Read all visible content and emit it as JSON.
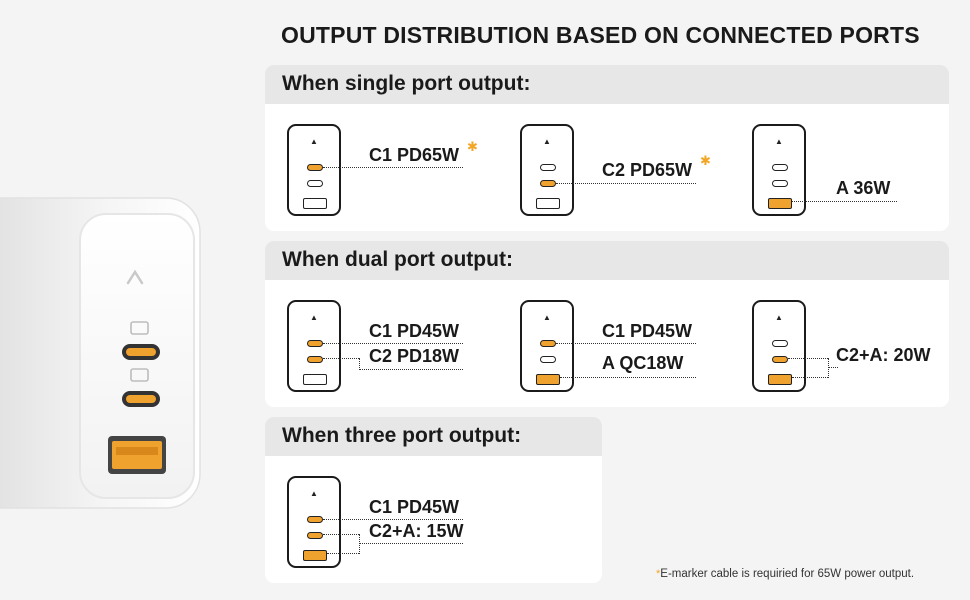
{
  "title": "OUTPUT DISTRIBUTION BASED ON CONNECTED PORTS",
  "sections": [
    {
      "title": "When single port output:",
      "units": [
        {
          "lines": [
            "C1 PD65W"
          ],
          "active": [
            "C1"
          ],
          "starred": true
        },
        {
          "lines": [
            "C2 PD65W"
          ],
          "active": [
            "C2"
          ],
          "starred": true
        },
        {
          "lines": [
            "A 36W"
          ],
          "active": [
            "A"
          ],
          "starred": false
        }
      ]
    },
    {
      "title": "When dual port output:",
      "units": [
        {
          "lines": [
            "C1 PD45W",
            "C2 PD18W"
          ],
          "active": [
            "C1",
            "C2"
          ]
        },
        {
          "lines": [
            "C1 PD45W",
            "A QC18W"
          ],
          "active": [
            "C1",
            "A"
          ]
        },
        {
          "lines": [
            "C2+A: 20W"
          ],
          "active": [
            "C2",
            "A"
          ]
        }
      ]
    },
    {
      "title": "When three port output:",
      "units": [
        {
          "lines": [
            "C1 PD45W",
            "C2+A: 15W"
          ],
          "active": [
            "C1",
            "C2",
            "A"
          ]
        }
      ]
    }
  ],
  "footnote": {
    "mark": "*",
    "text": "E-marker cable is requiried for 65W power output."
  },
  "colors": {
    "accent": "#f0a22e",
    "panel": "#ffffff",
    "header": "#e7e7e7",
    "background": "#f4f4f4"
  },
  "icons": {
    "brand": "anker-logo-icon",
    "star": "asterisk-icon"
  }
}
